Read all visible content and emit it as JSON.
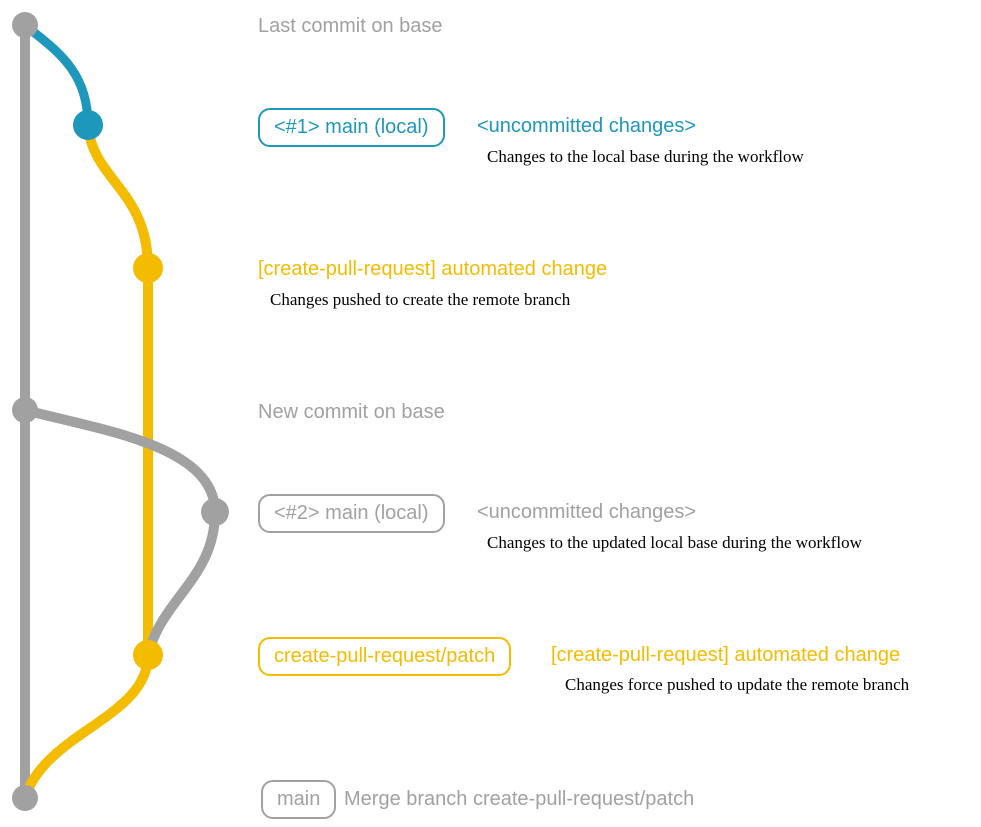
{
  "colors": {
    "gray": "#a1a1a1",
    "blue": "#1e97bc",
    "yellow": "#f4bc00"
  },
  "rows": {
    "last_commit": {
      "label": "Last commit on base"
    },
    "row1": {
      "branch_label": "<#1> main (local)",
      "message": "<uncommitted changes>",
      "description": "Changes to the local base during the workflow"
    },
    "row2": {
      "message": "[create-pull-request] automated change",
      "description": "Changes pushed to create the remote branch"
    },
    "new_commit": {
      "label": "New commit on base"
    },
    "row3": {
      "branch_label": "<#2> main (local)",
      "message": "<uncommitted changes>",
      "description": "Changes to the updated local base during the workflow"
    },
    "row4": {
      "branch_label": "create-pull-request/patch",
      "message": "[create-pull-request] automated change",
      "description": "Changes force pushed to update the remote branch"
    },
    "merge": {
      "branch_label": "main",
      "message": "Merge branch create-pull-request/patch"
    }
  },
  "graph": {
    "branches": [
      {
        "name": "base",
        "color_key": "gray"
      },
      {
        "name": "local-main",
        "color_key": "blue"
      },
      {
        "name": "create-pull-request/patch",
        "color_key": "yellow"
      }
    ],
    "commits": [
      {
        "name": "last-commit-on-base",
        "color_key": "gray"
      },
      {
        "name": "local-uncommitted-1",
        "color_key": "blue"
      },
      {
        "name": "automated-change-1",
        "color_key": "yellow"
      },
      {
        "name": "new-commit-on-base",
        "color_key": "gray"
      },
      {
        "name": "local-uncommitted-2",
        "color_key": "gray"
      },
      {
        "name": "automated-change-2-force-push",
        "color_key": "yellow"
      },
      {
        "name": "merge-commit-on-main",
        "color_key": "gray"
      }
    ]
  }
}
